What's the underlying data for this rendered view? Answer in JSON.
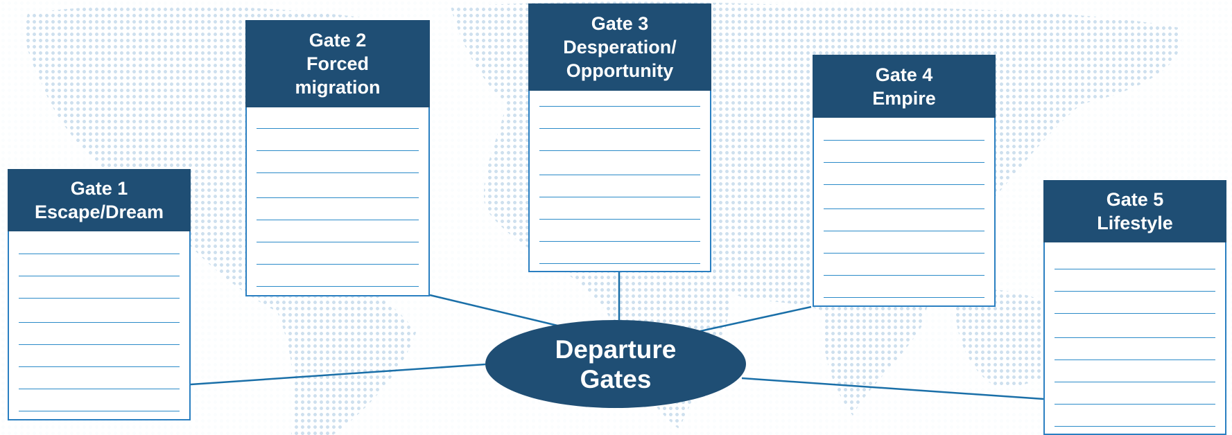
{
  "hub": {
    "line1": "Departure",
    "line2": "Gates"
  },
  "gates": [
    {
      "title": "Gate 1",
      "subtitle_lines": [
        "Escape/Dream"
      ]
    },
    {
      "title": "Gate 2",
      "subtitle_lines": [
        "Forced",
        "migration"
      ]
    },
    {
      "title": "Gate 3",
      "subtitle_lines": [
        "Desperation/",
        "Opportunity"
      ]
    },
    {
      "title": "Gate 4",
      "subtitle_lines": [
        "Empire"
      ]
    },
    {
      "title": "Gate 5",
      "subtitle_lines": [
        "Lifestyle"
      ]
    }
  ],
  "colors": {
    "header_fill": "#1f4e74",
    "card_border": "#2a7fc1",
    "ruled_line": "#2a8ac8",
    "map_dots": "#c9dcec"
  }
}
